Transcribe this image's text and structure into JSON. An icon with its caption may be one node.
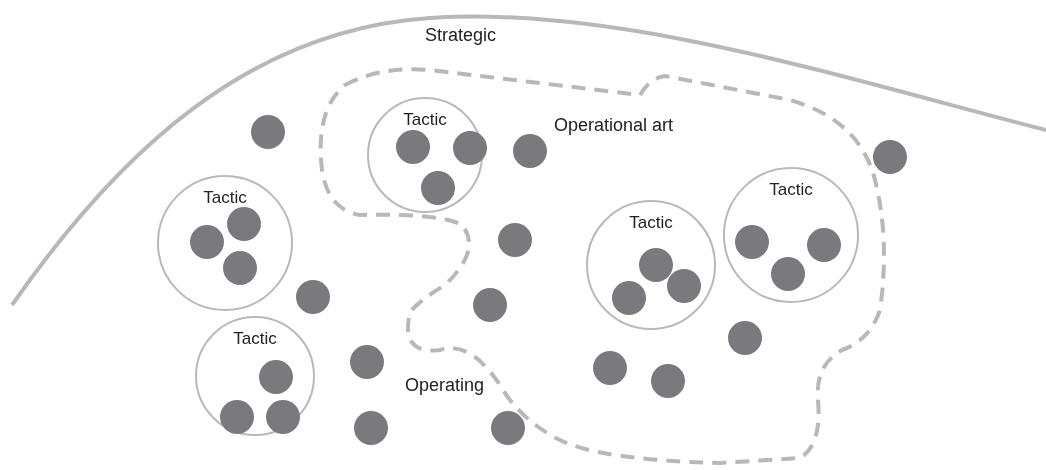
{
  "diagram": {
    "nodes": [
      {
        "text": [
          "Operational art"
        ]
      },
      {
        "text": [
          "Tactic"
        ],
        "in": 0
      },
      {
        "text": [],
        "shape": "circle",
        "in": 1
      },
      {
        "text": [],
        "shape": "circle",
        "in": 1
      },
      {
        "text": [],
        "shape": "circle",
        "in": 1
      },
      {
        "text": [
          "Tactic"
        ]
      },
      {
        "text": [],
        "shape": "circle",
        "in": 5
      },
      {
        "text": [],
        "shape": "circle",
        "in": 5
      },
      {
        "text": [],
        "shape": "circle",
        "in": 5
      },
      {
        "text": [
          "Tactic"
        ],
        "in": 0
      },
      {
        "text": [],
        "shape": "circle",
        "in": 9
      },
      {
        "text": [],
        "shape": "circle",
        "in": 9
      },
      {
        "text": [],
        "shape": "circle",
        "in": 9
      },
      {
        "text": [
          "Tactic"
        ],
        "in": 0
      },
      {
        "text": [],
        "shape": "circle",
        "in": 13
      },
      {
        "text": [],
        "shape": "circle",
        "in": 13
      },
      {
        "text": [],
        "shape": "circle",
        "in": 13
      },
      {
        "text": [
          "Tactic"
        ]
      },
      {
        "text": [],
        "shape": "circle",
        "in": 17
      },
      {
        "text": [],
        "shape": "circle",
        "in": 17
      },
      {
        "text": [],
        "shape": "circle",
        "in": 17
      },
      {
        "text": [],
        "shape": "circle"
      },
      {
        "text": [],
        "shape": "circle",
        "in": 0
      },
      {
        "text": [],
        "shape": "circle"
      },
      {
        "text": [],
        "shape": "circle",
        "in": 0
      },
      {
        "text": [],
        "shape": "circle"
      },
      {
        "text": [],
        "shape": "circle",
        "in": 0
      },
      {
        "text": [],
        "shape": "circle",
        "in": 0
      },
      {
        "text": [],
        "shape": "circle"
      },
      {
        "text": [],
        "shape": "circle",
        "in": 0
      },
      {
        "text": [],
        "shape": "circle",
        "in": 0
      },
      {
        "text": [],
        "shape": "circle"
      },
      {
        "text": [],
        "shape": "circle"
      }
    ],
    "labels": [
      "Strategic",
      "Operating"
    ]
  }
}
